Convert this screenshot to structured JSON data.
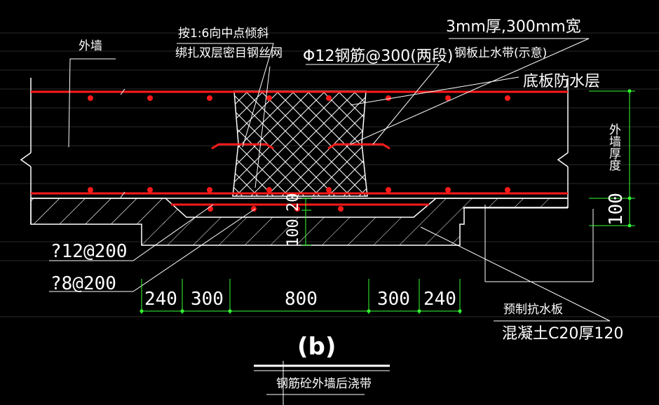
{
  "labels": {
    "outer_wall": "外墙",
    "slope_note_1": "按1:6向中点倾斜",
    "slope_note_2": "绑扎双层密目钢丝网",
    "rebar_phi12": "Φ12钢筋@300(两段)",
    "plate_size": "3mm厚,300mm宽",
    "steel_waterstop": "钢板止水带(示意)",
    "floor_waterproof": "底板防水层",
    "wall_thickness": "外墙厚度",
    "rebar_12": "?12@200",
    "rebar_8": "?8@200",
    "precast_board": "预制抗水板",
    "concrete": "混凝土C20厚120",
    "figure_id": "(b)",
    "caption": "钢筋砼外墙后浇带"
  },
  "dimensions": {
    "bottom_segments": [
      "240",
      "300",
      "800",
      "300",
      "240"
    ],
    "right_100": "100",
    "vertical_100": "100",
    "vertical_20": "20"
  },
  "colors": {
    "rebar": "#ff1a1a",
    "dim": "#33ff33",
    "line": "#ffffff",
    "background": "#000000"
  }
}
